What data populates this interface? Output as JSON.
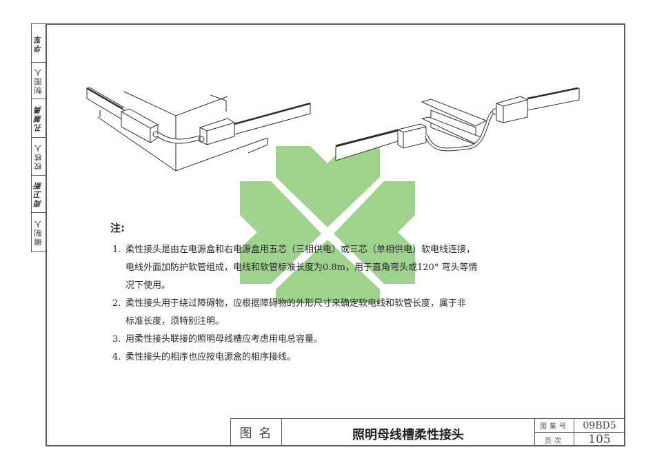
{
  "side_strip": {
    "cells": [
      {
        "label": "编制人",
        "signature": false
      },
      {
        "label": "周卫新",
        "signature": true
      },
      {
        "label": "校核人",
        "signature": false
      },
      {
        "label": "孔兼勇",
        "signature": true
      },
      {
        "label": "制图人",
        "signature": false
      },
      {
        "label": "华军",
        "signature": true
      }
    ]
  },
  "figures": [
    {
      "name": "right-angle-elbow-flexible-joint",
      "description": "Busway around 90° corner with left/right power boxes connected by flexible conduit"
    },
    {
      "name": "obstacle-bypass-flexible-joint",
      "description": "Busway bypassing I-beam obstacle with left/right power boxes connected by flexible conduit"
    }
  ],
  "notes": {
    "heading": "注:",
    "items": [
      {
        "num": "1.",
        "lines": [
          "柔性接头是由左电源盒和右电源盒用五芯（三相供电）或三芯（单相供电）软电线连接，",
          "电线外面加防护软管组成，电线和软管标准长度为0.8m，用于直角弯头或120° 弯头等情",
          "况下使用。"
        ]
      },
      {
        "num": "2.",
        "lines": [
          "柔性接头用于绕过障碍物，应根据障碍物的外形尺寸来确定软电线和软管长度，属于非",
          "标准长度，须特别注明。"
        ]
      },
      {
        "num": "3.",
        "lines": [
          "用柔性接头联接的照明母线槽应考虑用电总容量。"
        ]
      },
      {
        "num": "4.",
        "lines": [
          "柔性接头的相序也应按电源盒的相序接线。"
        ]
      }
    ]
  },
  "title_block": {
    "name_label": "图名",
    "title": "照明母线槽柔性接头",
    "atlas_label": "图集号",
    "atlas_value": "09BD5",
    "page_label": "页次",
    "page_value": "105"
  },
  "watermark": {
    "color": "#8fcc7a",
    "opacity": 0.85
  }
}
